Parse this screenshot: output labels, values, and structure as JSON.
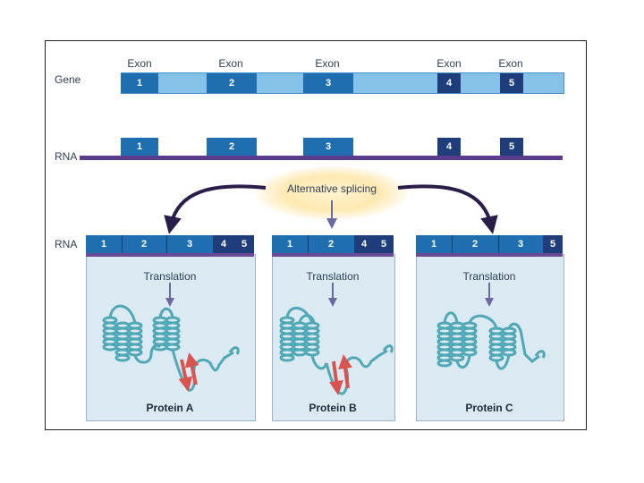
{
  "gene": {
    "row_label": "Gene",
    "exon_word": "Exon",
    "exons": [
      "1",
      "2",
      "3",
      "4",
      "5"
    ]
  },
  "rna": {
    "row_label": "RNA",
    "exons": [
      "1",
      "2",
      "3",
      "4",
      "5"
    ]
  },
  "splicing": {
    "label": "Alternative splicing"
  },
  "panels": [
    {
      "segments": [
        "1",
        "2",
        "3",
        "4",
        "5"
      ],
      "step": "Translation",
      "protein": "Protein A"
    },
    {
      "segments": [
        "1",
        "2",
        "4",
        "5"
      ],
      "step": "Translation",
      "protein": "Protein B"
    },
    {
      "segments": [
        "1",
        "2",
        "3",
        "5"
      ],
      "step": "Translation",
      "protein": "Protein C"
    }
  ],
  "colors": {
    "exon": "#1f6fb0",
    "exon_dark": "#1e3d7a",
    "gene_bar": "#86c2e8",
    "rna_line": "#5b3b8c",
    "helix": "#4fa8b5",
    "beta_sheet": "#d9534f"
  }
}
